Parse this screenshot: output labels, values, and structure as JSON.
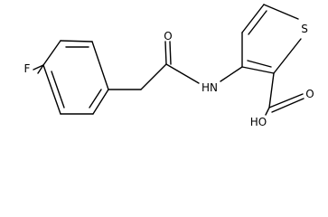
{
  "molecule": {
    "atoms": {
      "fluorine": "F",
      "carbonyl_oxygen": "O",
      "amide_nitrogen": "HN",
      "thiophene_sulfur": "S",
      "carboxyl_oxygen": "O",
      "hydroxyl": "HO"
    }
  }
}
